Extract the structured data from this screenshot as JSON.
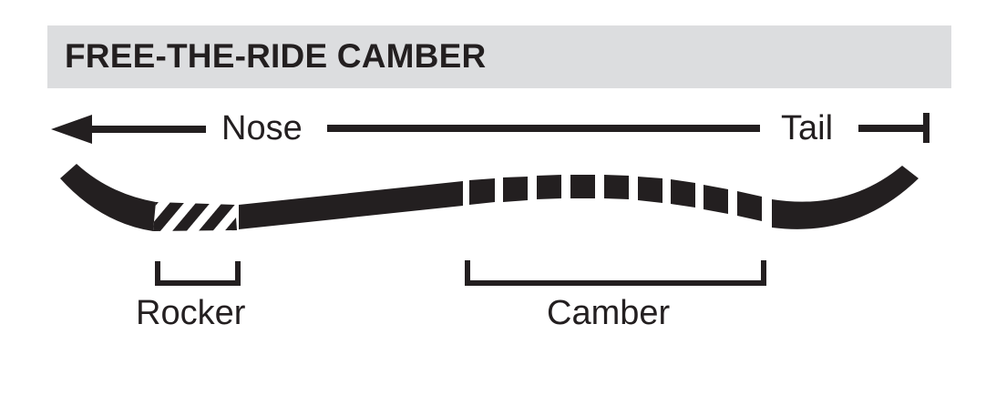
{
  "header": {
    "title": "FREE-THE-RIDE CAMBER",
    "background_color": "#dcdddf"
  },
  "direction_axis": {
    "nose_label": "Nose",
    "tail_label": "Tail",
    "nose_end": "arrow-left-icon",
    "tail_end": "bar-end-icon"
  },
  "zones": {
    "rocker_label": "Rocker",
    "camber_label": "Camber"
  },
  "profile": {
    "segments": [
      {
        "name": "nose-kick",
        "style": "solid"
      },
      {
        "name": "rocker",
        "style": "hatched"
      },
      {
        "name": "flat-rise",
        "style": "solid"
      },
      {
        "name": "camber",
        "style": "dashed"
      },
      {
        "name": "tail-kick",
        "style": "solid"
      }
    ]
  },
  "colors": {
    "ink": "#231f20",
    "paper": "#ffffff"
  }
}
